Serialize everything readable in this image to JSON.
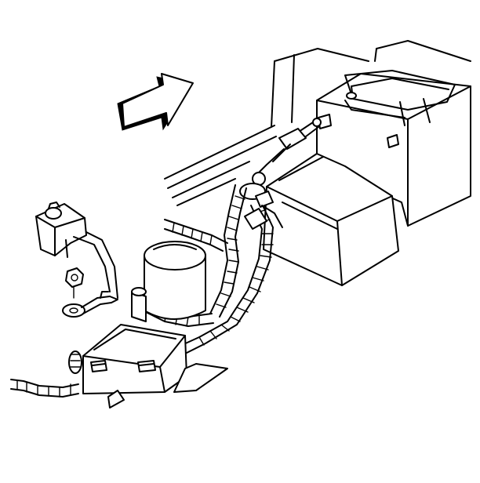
{
  "figure": {
    "background": "#ffffff",
    "line_color": "#000000",
    "style": "black-and-white technical line drawing",
    "components": [
      "direction-arrow",
      "engine-compartment-wall",
      "battery",
      "battery-tray",
      "terminal-clip",
      "nut",
      "ring-terminal",
      "compressor-canister",
      "junction-box",
      "wiring-harness"
    ]
  }
}
